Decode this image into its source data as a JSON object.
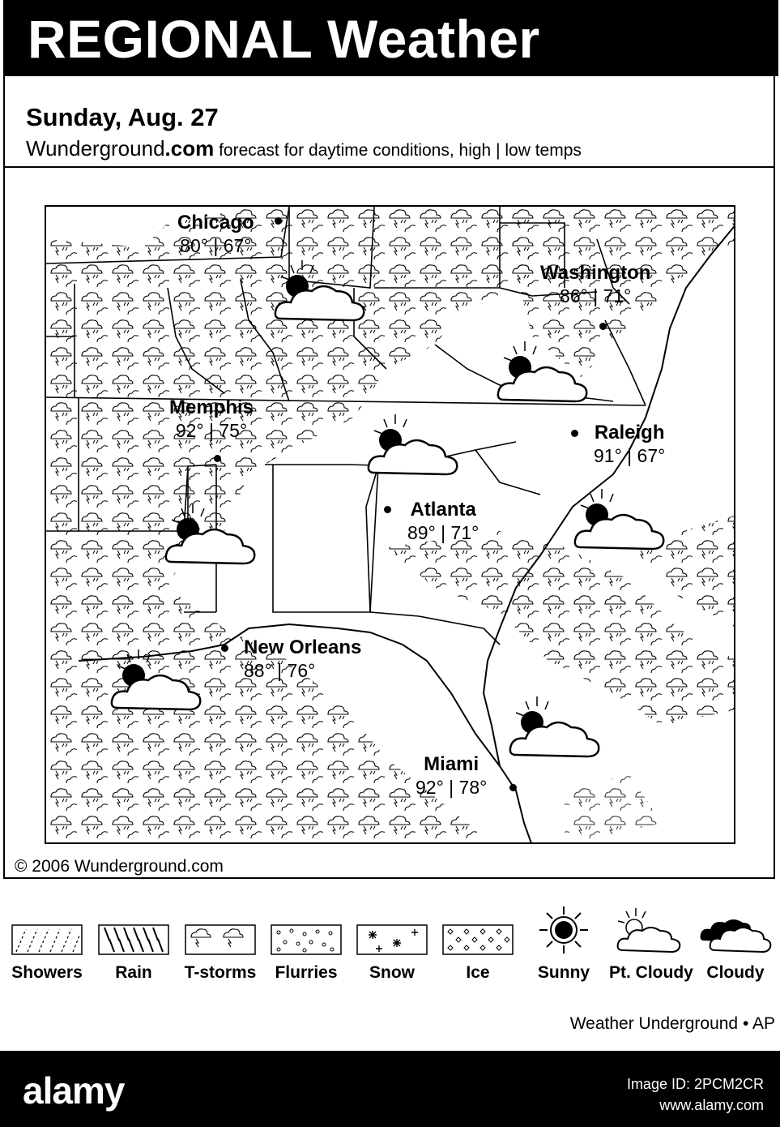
{
  "header": {
    "title": "REGIONAL Weather"
  },
  "subheader": {
    "date": "Sunday, Aug. 27",
    "site_name": "Wunderground",
    "site_tld": ".com",
    "description": "forecast for daytime conditions, high | low temps"
  },
  "map": {
    "cities": [
      {
        "name": "Chicago",
        "temps": "80° | 67°"
      },
      {
        "name": "Washington",
        "temps": "86° | 71°"
      },
      {
        "name": "Memphis",
        "temps": "92° | 75°"
      },
      {
        "name": "Raleigh",
        "temps": "91° | 67°"
      },
      {
        "name": "Atlanta",
        "temps": "89° | 71°"
      },
      {
        "name": "New Orleans",
        "temps": "88° | 76°"
      },
      {
        "name": "Miami",
        "temps": "92° | 78°"
      }
    ],
    "conditions": [
      {
        "icon": "partly-cloudy-icon"
      },
      {
        "icon": "partly-cloudy-icon"
      },
      {
        "icon": "partly-cloudy-icon"
      },
      {
        "icon": "partly-cloudy-icon"
      },
      {
        "icon": "partly-cloudy-icon"
      },
      {
        "icon": "partly-cloudy-icon"
      },
      {
        "icon": "partly-cloudy-icon"
      }
    ],
    "copyright": "© 2006 Wunderground.com"
  },
  "legend": {
    "items": [
      {
        "label": "Showers",
        "icon": "showers-pattern-icon"
      },
      {
        "label": "Rain",
        "icon": "rain-pattern-icon"
      },
      {
        "label": "T-storms",
        "icon": "tstorms-pattern-icon"
      },
      {
        "label": "Flurries",
        "icon": "flurries-pattern-icon"
      },
      {
        "label": "Snow",
        "icon": "snow-pattern-icon"
      },
      {
        "label": "Ice",
        "icon": "ice-pattern-icon"
      },
      {
        "label": "Sunny",
        "icon": "sun-icon"
      },
      {
        "label": "Pt. Cloudy",
        "icon": "partly-cloudy-icon"
      },
      {
        "label": "Cloudy",
        "icon": "cloudy-icon"
      }
    ]
  },
  "credit": "Weather Underground • AP",
  "footer": {
    "watermark": "alamy",
    "image_id": "Image ID: 2PCM2CR",
    "site": "www.alamy.com"
  }
}
